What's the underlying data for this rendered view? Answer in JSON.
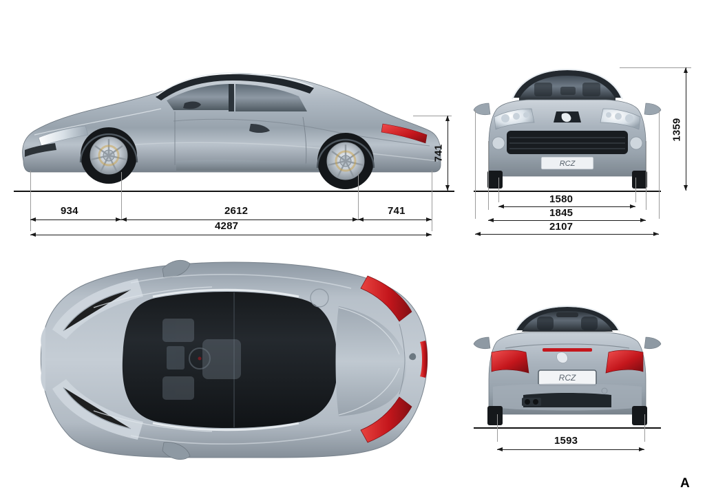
{
  "sheet": {
    "background": "#ffffff",
    "corner_mark": "A",
    "vehicle": "Peugeot RCZ",
    "body_color": "#a9b3bd",
    "accent_dark": "#2b3138",
    "taillight_color": "#c4161c",
    "line_color": "#1a1a1a",
    "extension_line_color": "#9a9a9a"
  },
  "views": {
    "side": {
      "name": "side-elevation",
      "plate_text": ""
    },
    "front": {
      "name": "front-elevation",
      "plate_text": "RCZ",
      "emblem": "peugeot-lion"
    },
    "top": {
      "name": "top-plan",
      "plate_text": ""
    },
    "rear": {
      "name": "rear-elevation",
      "plate_text": "RCZ",
      "emblem": "peugeot-lion"
    }
  },
  "dimensions": {
    "side": {
      "front_overhang": "934",
      "wheelbase": "2612",
      "rear_overhang": "741",
      "overall_length": "4287",
      "rear_height_to_deck": "741"
    },
    "front": {
      "track_front": "1580",
      "body_width": "1845",
      "width_with_mirrors": "2107",
      "overall_height": "1359"
    },
    "rear": {
      "track_rear": "1593"
    }
  }
}
